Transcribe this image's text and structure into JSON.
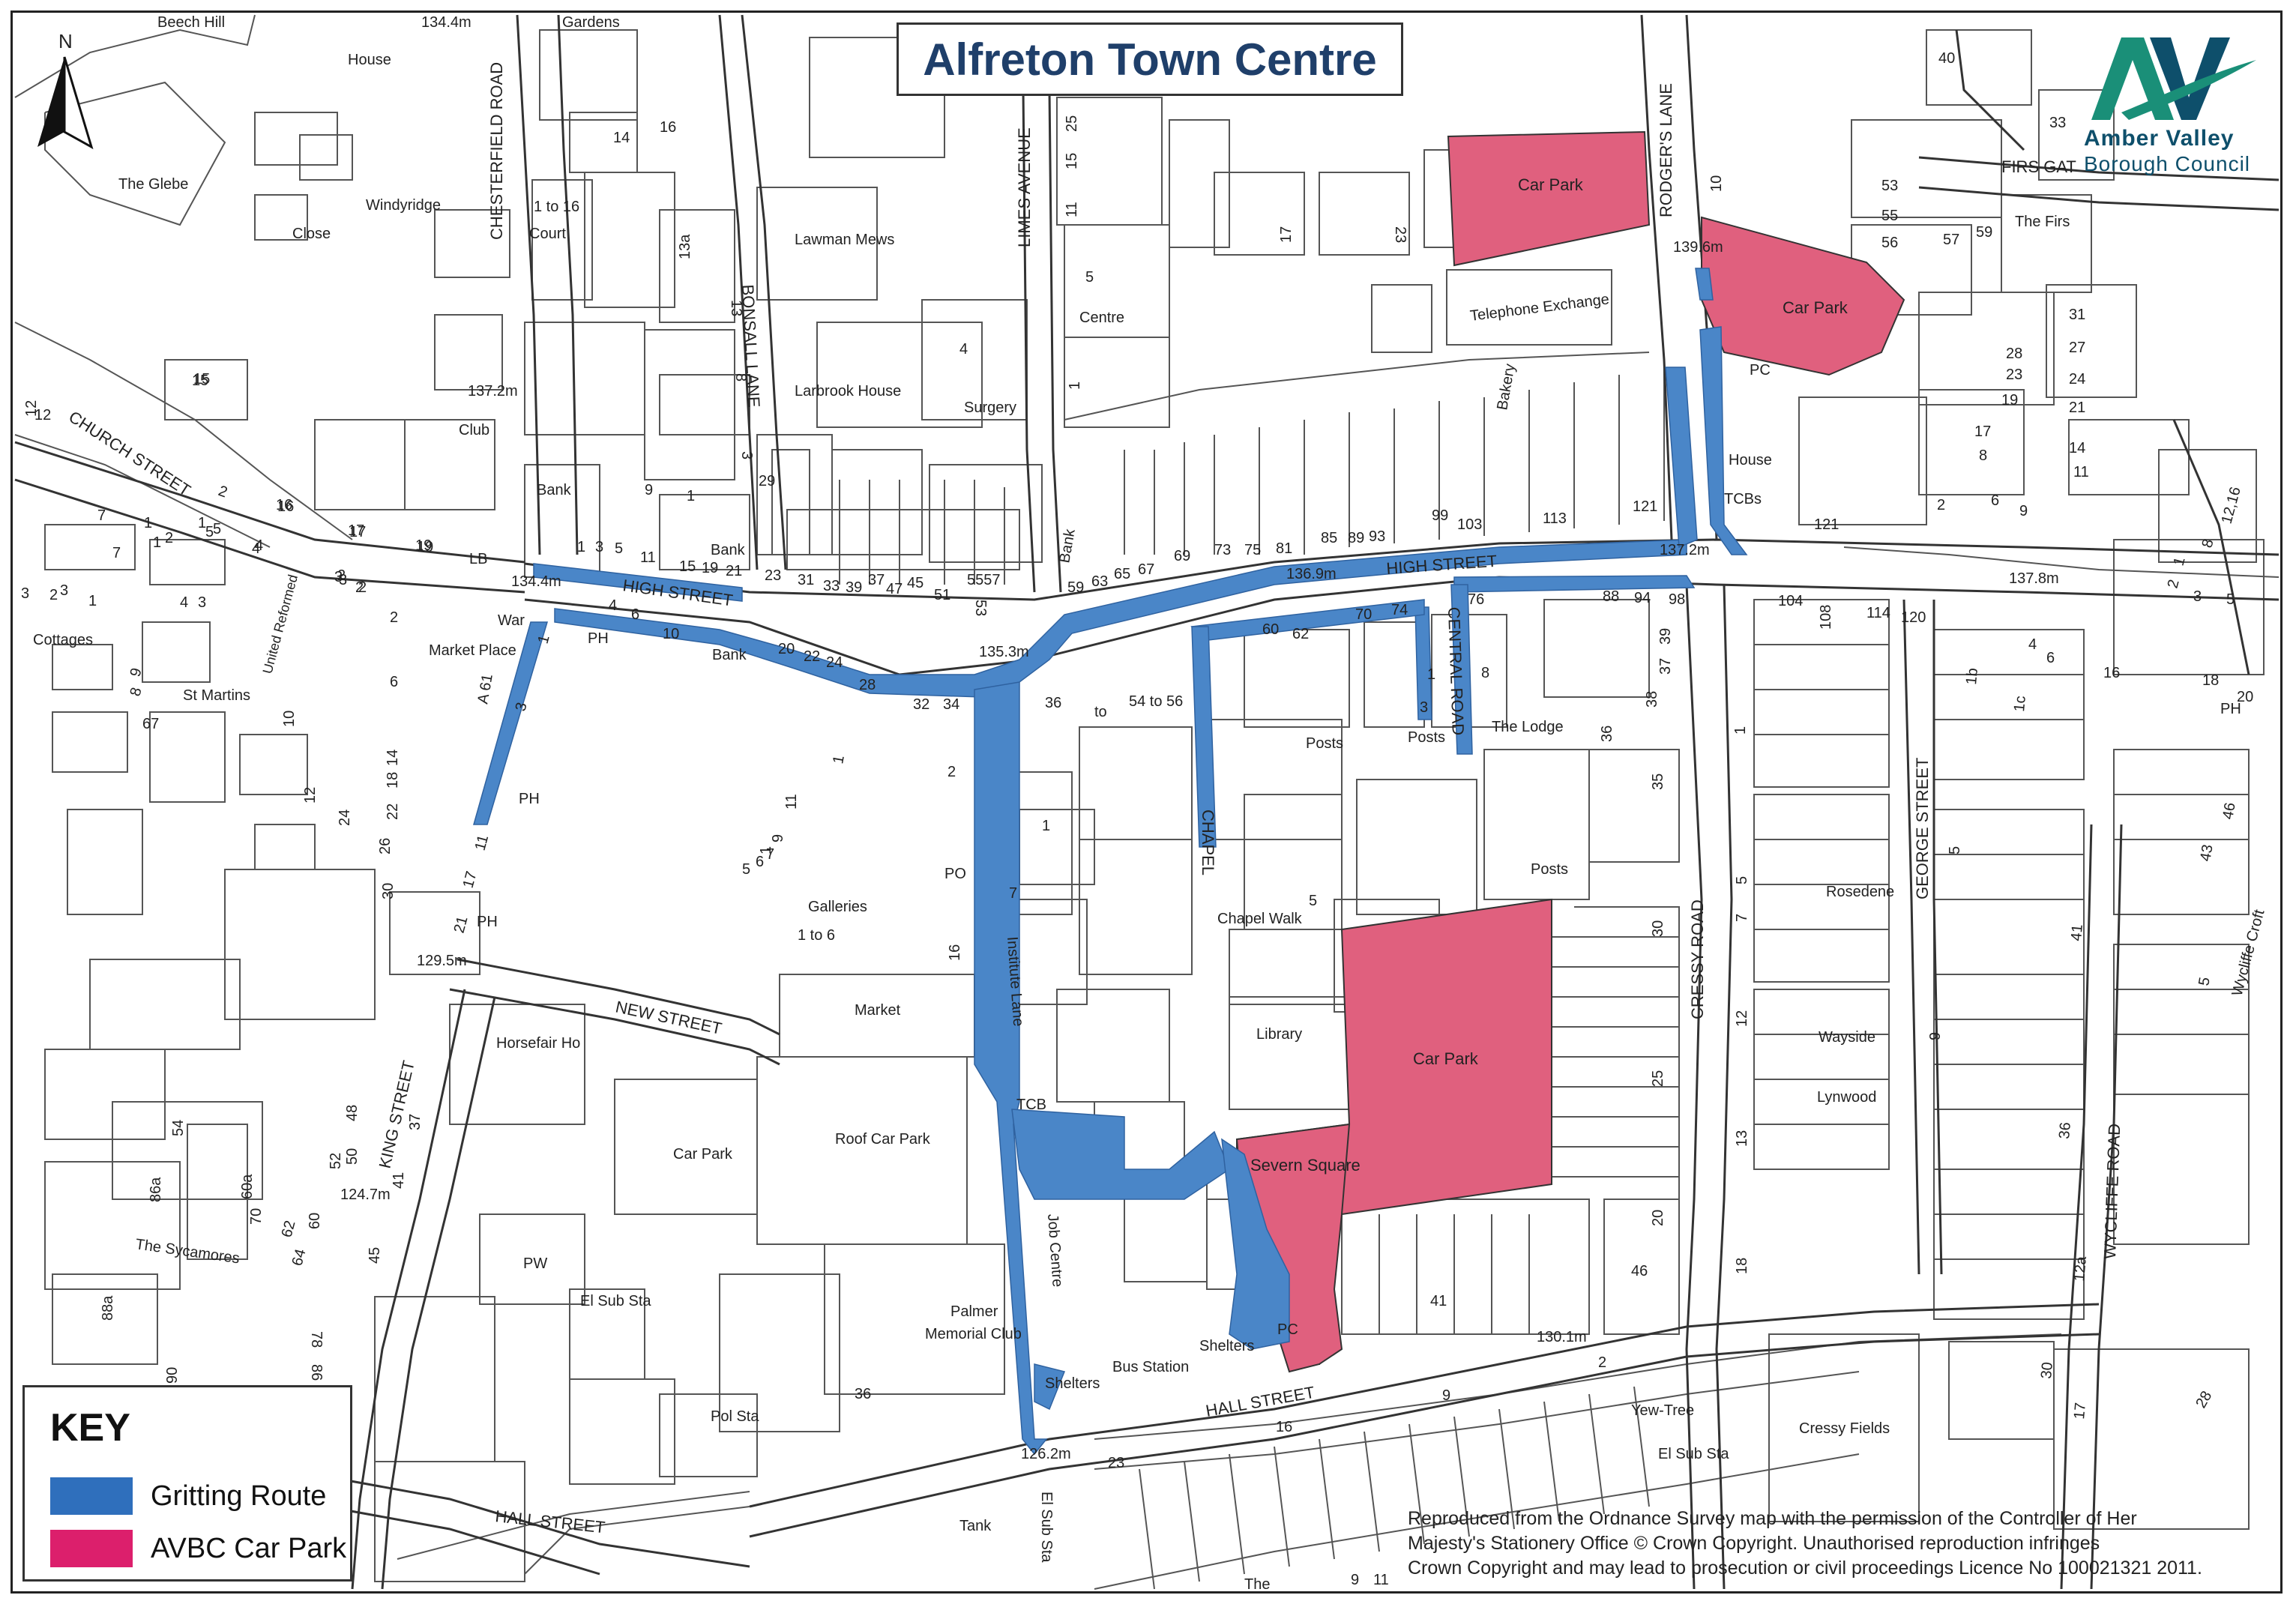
{
  "title": "Alfreton Town Centre",
  "logo": {
    "mark": "AV",
    "line1": "Amber Valley",
    "line2": "Borough Council"
  },
  "north_label": "N",
  "colors": {
    "gritting_route": "#4a86c8",
    "car_park": "#e0607e",
    "key_car_park": "#dc1f6c",
    "title": "#1f3f6a",
    "logo_green": "#1a8f78",
    "logo_navy": "#0e4f6b"
  },
  "key": {
    "title": "KEY",
    "items": [
      {
        "label": "Gritting Route",
        "color": "#2f6fbc"
      },
      {
        "label": "AVBC Car Park",
        "color": "#dc1f6c"
      }
    ]
  },
  "copyright": [
    "Reproduced from the Ordnance Survey map with the permission of the Controller of Her",
    "Majesty's Stationery Office © Crown Copyright. Unauthorised reproduction  infringes",
    "Crown Copyright and may lead to prosecution or civil proceedings Licence No 100021321   2011."
  ],
  "car_parks": {
    "firs": "Car Park",
    "rodgers": "Car Park",
    "cressy": "Car Park",
    "severn": "Severn Square"
  },
  "streets": {
    "chesterfield_road": "CHESTERFIELD ROAD",
    "church_street": "CHURCH STREET",
    "bonsall_lane": "BONSALL LANE",
    "limes_avenue": "LIMES AVENUE",
    "rodgers_lane": "RODGER'S LANE",
    "firs_gate": "FIRS GAT",
    "high_street_w": "HIGH STREET",
    "high_street_e": "HIGH STREET",
    "central_road": "CENTRAL ROAD",
    "chapel": "CHAPEL",
    "institute_lane": "Institute Lane",
    "new_street": "NEW STREET",
    "king_street": "KING STREET",
    "hall_street_e": "HALL STREET",
    "hall_street_w": "HALL STREET",
    "cressy_road": "CRESSY ROAD",
    "george_street": "GEORGE STREET",
    "wycliffe_road": "WYCLIFFE ROAD",
    "wycliffe_croft": "Wycliffe Croft",
    "a61": "A 61"
  },
  "places": {
    "beech_hill": "Beech  Hill",
    "house1": "House",
    "gardens": "Gardens",
    "glebe": "The Glebe",
    "windyridge": "Windyridge",
    "close": "Close",
    "court": "Court",
    "court_num": "1 to 16",
    "lawman_mews": "Lawman Mews",
    "centre": "Centre",
    "larbrook": "Larbrook House",
    "surgery": "Surgery",
    "telephone": "Telephone Exchange",
    "bakery": "Bakery",
    "the_firs": "The Firs",
    "pc1": "PC",
    "house2": "House",
    "tcbs": "TCBs",
    "club": "Club",
    "bank1": "Bank",
    "bank2": "Bank",
    "bank3": "Bank",
    "bank4": "Bank",
    "lb": "LB",
    "cottages": "Cottages",
    "st_martins": "St Martins",
    "united_reformed": "United Reformed",
    "war": "War",
    "market_place": "Market Place",
    "ph1": "PH",
    "ph2": "PH",
    "ph3": "PH",
    "ph4": "PH",
    "galleries": "Galleries",
    "galleries_num": "1 to 6",
    "po": "PO",
    "posts1": "Posts",
    "posts2": "Posts",
    "posts3": "Posts",
    "the_lodge": "The Lodge",
    "chapel_walk": "Chapel Walk",
    "library": "Library",
    "rosedene": "Rosedene",
    "wayside": "Wayside",
    "lynwood": "Lynwood",
    "market": "Market",
    "horsefair": "Horsefair Ho",
    "tcb": "TCB",
    "roof_car_park": "Roof Car Park",
    "car_park_plain": "Car Park",
    "sycamores": "The Sycamores",
    "job_centre": "Job Centre",
    "pw": "PW",
    "el_sub1": "El Sub Sta",
    "el_sub2": "El Sub Sta",
    "el_sub3": "El Sub Sta",
    "palmer": "Palmer",
    "memorial": "Memorial Club",
    "shelters1": "Shelters",
    "shelters2": "Shelters",
    "bus_station": "Bus Station",
    "pc2": "PC",
    "pol_sta": "Pol Sta",
    "yew_tree": "Yew-Tree",
    "cressy_fields": "Cressy Fields",
    "tank": "Tank",
    "the": "The"
  },
  "heights": {
    "h1": "134.4m",
    "h2": "137.2m",
    "h3": "134.4m",
    "h4": "139.6m",
    "h5": "137.2m",
    "h6": "137.8m",
    "h7": "136.9m",
    "h8": "135.3m",
    "h9": "129.5m",
    "h10": "124.7m",
    "h11": "130.1m",
    "h12": "126.2m"
  },
  "numbers": {
    "n_40": "40",
    "n_33": "33",
    "n_53": "53",
    "n_55": "55",
    "n_56": "56",
    "n_57": "57",
    "n_59": "59",
    "n_31": "31",
    "n_27": "27",
    "n_28": "28",
    "n_23": "23",
    "n_24": "24",
    "n_19": "19",
    "n_21": "21",
    "n_17": "17",
    "n_14": "14",
    "n_8": "8",
    "n_11": "11",
    "n_2": "2",
    "n_6": "6",
    "n_9": "9",
    "n_121": "121",
    "n_10": "10",
    "n_25": "25",
    "n_15": "15",
    "n_11b": "11",
    "n_5": "5",
    "n_4": "4",
    "n_1": "1",
    "n_17b": "17",
    "n_23b": "23",
    "n_14b": "14",
    "n_16": "16",
    "n_13a": "13a",
    "n_13": "13",
    "n_8b": "8",
    "n_15b": "15",
    "n_12": "12",
    "n_29": "29",
    "n_3": "3",
    "n_9b": "9",
    "n_1b": "1",
    "n_16b": "16",
    "n_17c": "17",
    "n_19b": "19",
    "n_7": "7",
    "n_1c": "1",
    "n_2b": "2",
    "n_5b": "5",
    "n_4b": "4",
    "n_3b": "3",
    "n_2c": "2",
    "n_1d": "1",
    "n_3c": "3",
    "n_2d": "2",
    "hs_1": "1",
    "hs_3": "3",
    "hs_5": "5",
    "hs_11": "11",
    "hs_15": "15",
    "hs_19": "19",
    "hs_21": "21",
    "hs_23": "23",
    "hs_31": "31",
    "hs_33": "33",
    "hs_39": "39",
    "hs_37": "37",
    "hs_47": "47",
    "hs_45": "45",
    "hs_51": "51",
    "hs_5557": "5557",
    "hs_53": "53",
    "hs_59": "59",
    "hs_63": "63",
    "hs_65": "65",
    "hs_67": "67",
    "hs_69": "69",
    "hs_73": "73",
    "hs_75": "75",
    "hs_81": "81",
    "hs_85": "85",
    "hs_89": "89",
    "hs_93": "93",
    "hs_99": "99",
    "hs_103": "103",
    "hs_113": "113",
    "hs_121": "121",
    "hs_4": "4",
    "hs_6": "6",
    "hs_10": "10",
    "hs_20": "20",
    "hs_22": "22",
    "hs_24": "24",
    "hs_28": "28",
    "hs_32": "32",
    "hs_34": "34",
    "hs_36": "36",
    "hs_to": "to",
    "hs_54to56": "54 to 56",
    "hs_60": "60",
    "hs_62": "62",
    "hs_70": "70",
    "hs_74": "74",
    "hs_76": "76",
    "hs_88": "88",
    "hs_94": "94",
    "hs_98": "98",
    "hs_104": "104",
    "hs_108": "108",
    "hs_114": "114",
    "hs_120": "120",
    "e_12_16": "12,16",
    "e_8": "8",
    "e_1": "1",
    "e_2": "2",
    "e_3": "3",
    "e_5": "5",
    "e_4": "4",
    "e_6": "6",
    "e_16": "16",
    "e_18": "18",
    "e_20": "20",
    "e_1b": "1b",
    "e_1c": "1c",
    "e_46": "46",
    "e_43": "43",
    "e_41": "41",
    "e_5b": "5",
    "e_9": "9",
    "e_36": "36",
    "e_12a": "12a",
    "e_30": "30",
    "e_17": "17",
    "e_28": "28",
    "e_1e": "1",
    "e_5c": "5",
    "e_12": "12",
    "e_13": "13",
    "e_18b": "18",
    "e_7": "7",
    "e_5d": "5",
    "e_35": "35",
    "e_30b": "30",
    "e_25": "25",
    "e_20b": "20",
    "e_46b": "46",
    "e_41b": "41",
    "e_36b": "36",
    "e_38": "38",
    "e_37": "37",
    "e_39": "39",
    "e_1f": "1",
    "e_3d": "3",
    "e_8c": "8",
    "e_2e": "2",
    "e_9c": "9",
    "e_16c": "16",
    "e_23": "23",
    "e_9d": "9",
    "e_11": "11",
    "e_1g": "1",
    "e_2f": "2",
    "e_1h": "1",
    "e_7b": "7",
    "e_16d": "16",
    "e_5e": "5",
    "w_1": "1",
    "w_3": "3",
    "w_11": "11",
    "w_17": "17",
    "w_21": "21",
    "w_9": "9",
    "w_8": "8",
    "w_67": "67",
    "w_10": "10",
    "w_2": "2",
    "w_6": "6",
    "w_12": "12",
    "w_24": "24",
    "w_22": "22",
    "w_18": "18",
    "w_14": "14",
    "w_26": "26",
    "w_30": "30",
    "w_11b": "11",
    "w_9b": "9",
    "w_5": "5",
    "w_6b": "6",
    "w_7": "7",
    "w_1b": "1",
    "w_54": "54",
    "w_48": "48",
    "w_52": "52",
    "w_50": "50",
    "w_37": "37",
    "w_41": "41",
    "w_45": "45",
    "w_86a": "86a",
    "w_60a": "60a",
    "w_70": "70",
    "w_62": "62",
    "w_60": "60",
    "w_64": "64",
    "w_88a": "88a",
    "w_90": "90",
    "w_78": "78",
    "w_86": "86",
    "w_36": "36",
    "w_3b": "3",
    "w_4": "4",
    "w_3c": "3",
    "w_2b": "2",
    "w_1c": "1",
    "w_7c": "7",
    "w_1d": "1",
    "w_2c": "2",
    "w_5b": "5",
    "w_4c": "4",
    "w_3d": "3",
    "w_2d": "2",
    "w_12b": "12",
    "w_16": "16",
    "w_17b": "17",
    "w_19": "19",
    "w_15": "15"
  }
}
